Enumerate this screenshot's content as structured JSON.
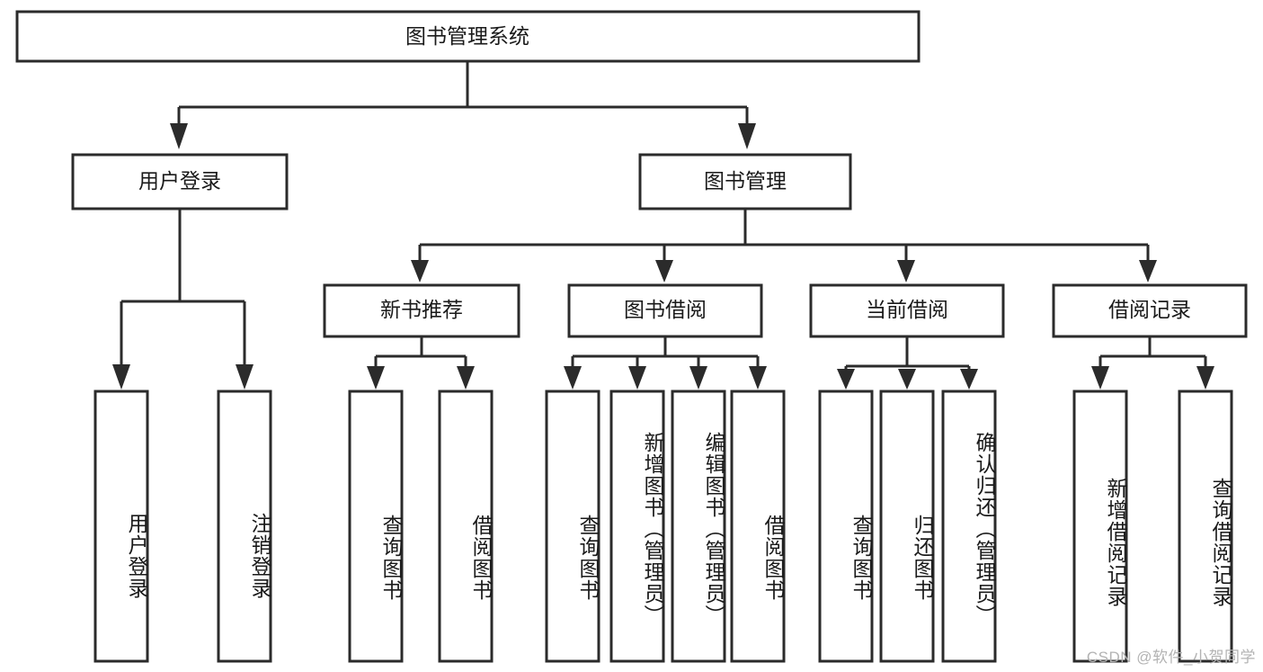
{
  "diagram": {
    "type": "tree-hierarchy",
    "title": "图书管理系统",
    "orientation": "top-down",
    "watermark": "CSDN @软件_小贺同学",
    "colors": {
      "background": "#ffffff",
      "node_fill": "#ffffff",
      "node_stroke": "#2b2b2b",
      "text": "#1a1a1a",
      "watermark": "#b3b3b3"
    },
    "root": {
      "label": "图书管理系统"
    },
    "level2": [
      {
        "id": "user-login",
        "label": "用户登录"
      },
      {
        "id": "book-manage",
        "label": "图书管理"
      }
    ],
    "level3": [
      {
        "id": "new-book-recommend",
        "label": "新书推荐",
        "parent": "book-manage"
      },
      {
        "id": "book-borrow",
        "label": "图书借阅",
        "parent": "book-manage"
      },
      {
        "id": "current-borrow",
        "label": "当前借阅",
        "parent": "book-manage"
      },
      {
        "id": "borrow-record",
        "label": "借阅记录",
        "parent": "book-manage"
      }
    ],
    "leaves": [
      {
        "id": "leaf-user-login",
        "label": "用户登录",
        "parent": "user-login"
      },
      {
        "id": "leaf-logout",
        "label": "注销登录",
        "parent": "user-login"
      },
      {
        "id": "leaf-query-book-1",
        "label": "查询图书",
        "parent": "new-book-recommend"
      },
      {
        "id": "leaf-borrow-book-1",
        "label": "借阅图书",
        "parent": "new-book-recommend"
      },
      {
        "id": "leaf-query-book-2",
        "label": "查询图书",
        "parent": "book-borrow"
      },
      {
        "id": "leaf-add-book",
        "label": "新增图书（管理员）",
        "parent": "book-borrow"
      },
      {
        "id": "leaf-edit-book",
        "label": "编辑图书（管理员）",
        "parent": "book-borrow"
      },
      {
        "id": "leaf-borrow-book-2",
        "label": "借阅图书",
        "parent": "book-borrow"
      },
      {
        "id": "leaf-query-book-3",
        "label": "查询图书",
        "parent": "current-borrow"
      },
      {
        "id": "leaf-return-book",
        "label": "归还图书",
        "parent": "current-borrow"
      },
      {
        "id": "leaf-confirm-return",
        "label": "确认归还（管理员）",
        "parent": "current-borrow"
      },
      {
        "id": "leaf-add-record",
        "label": "新增借阅记录",
        "parent": "borrow-record"
      },
      {
        "id": "leaf-query-record",
        "label": "查询借阅记录",
        "parent": "borrow-record"
      }
    ]
  }
}
